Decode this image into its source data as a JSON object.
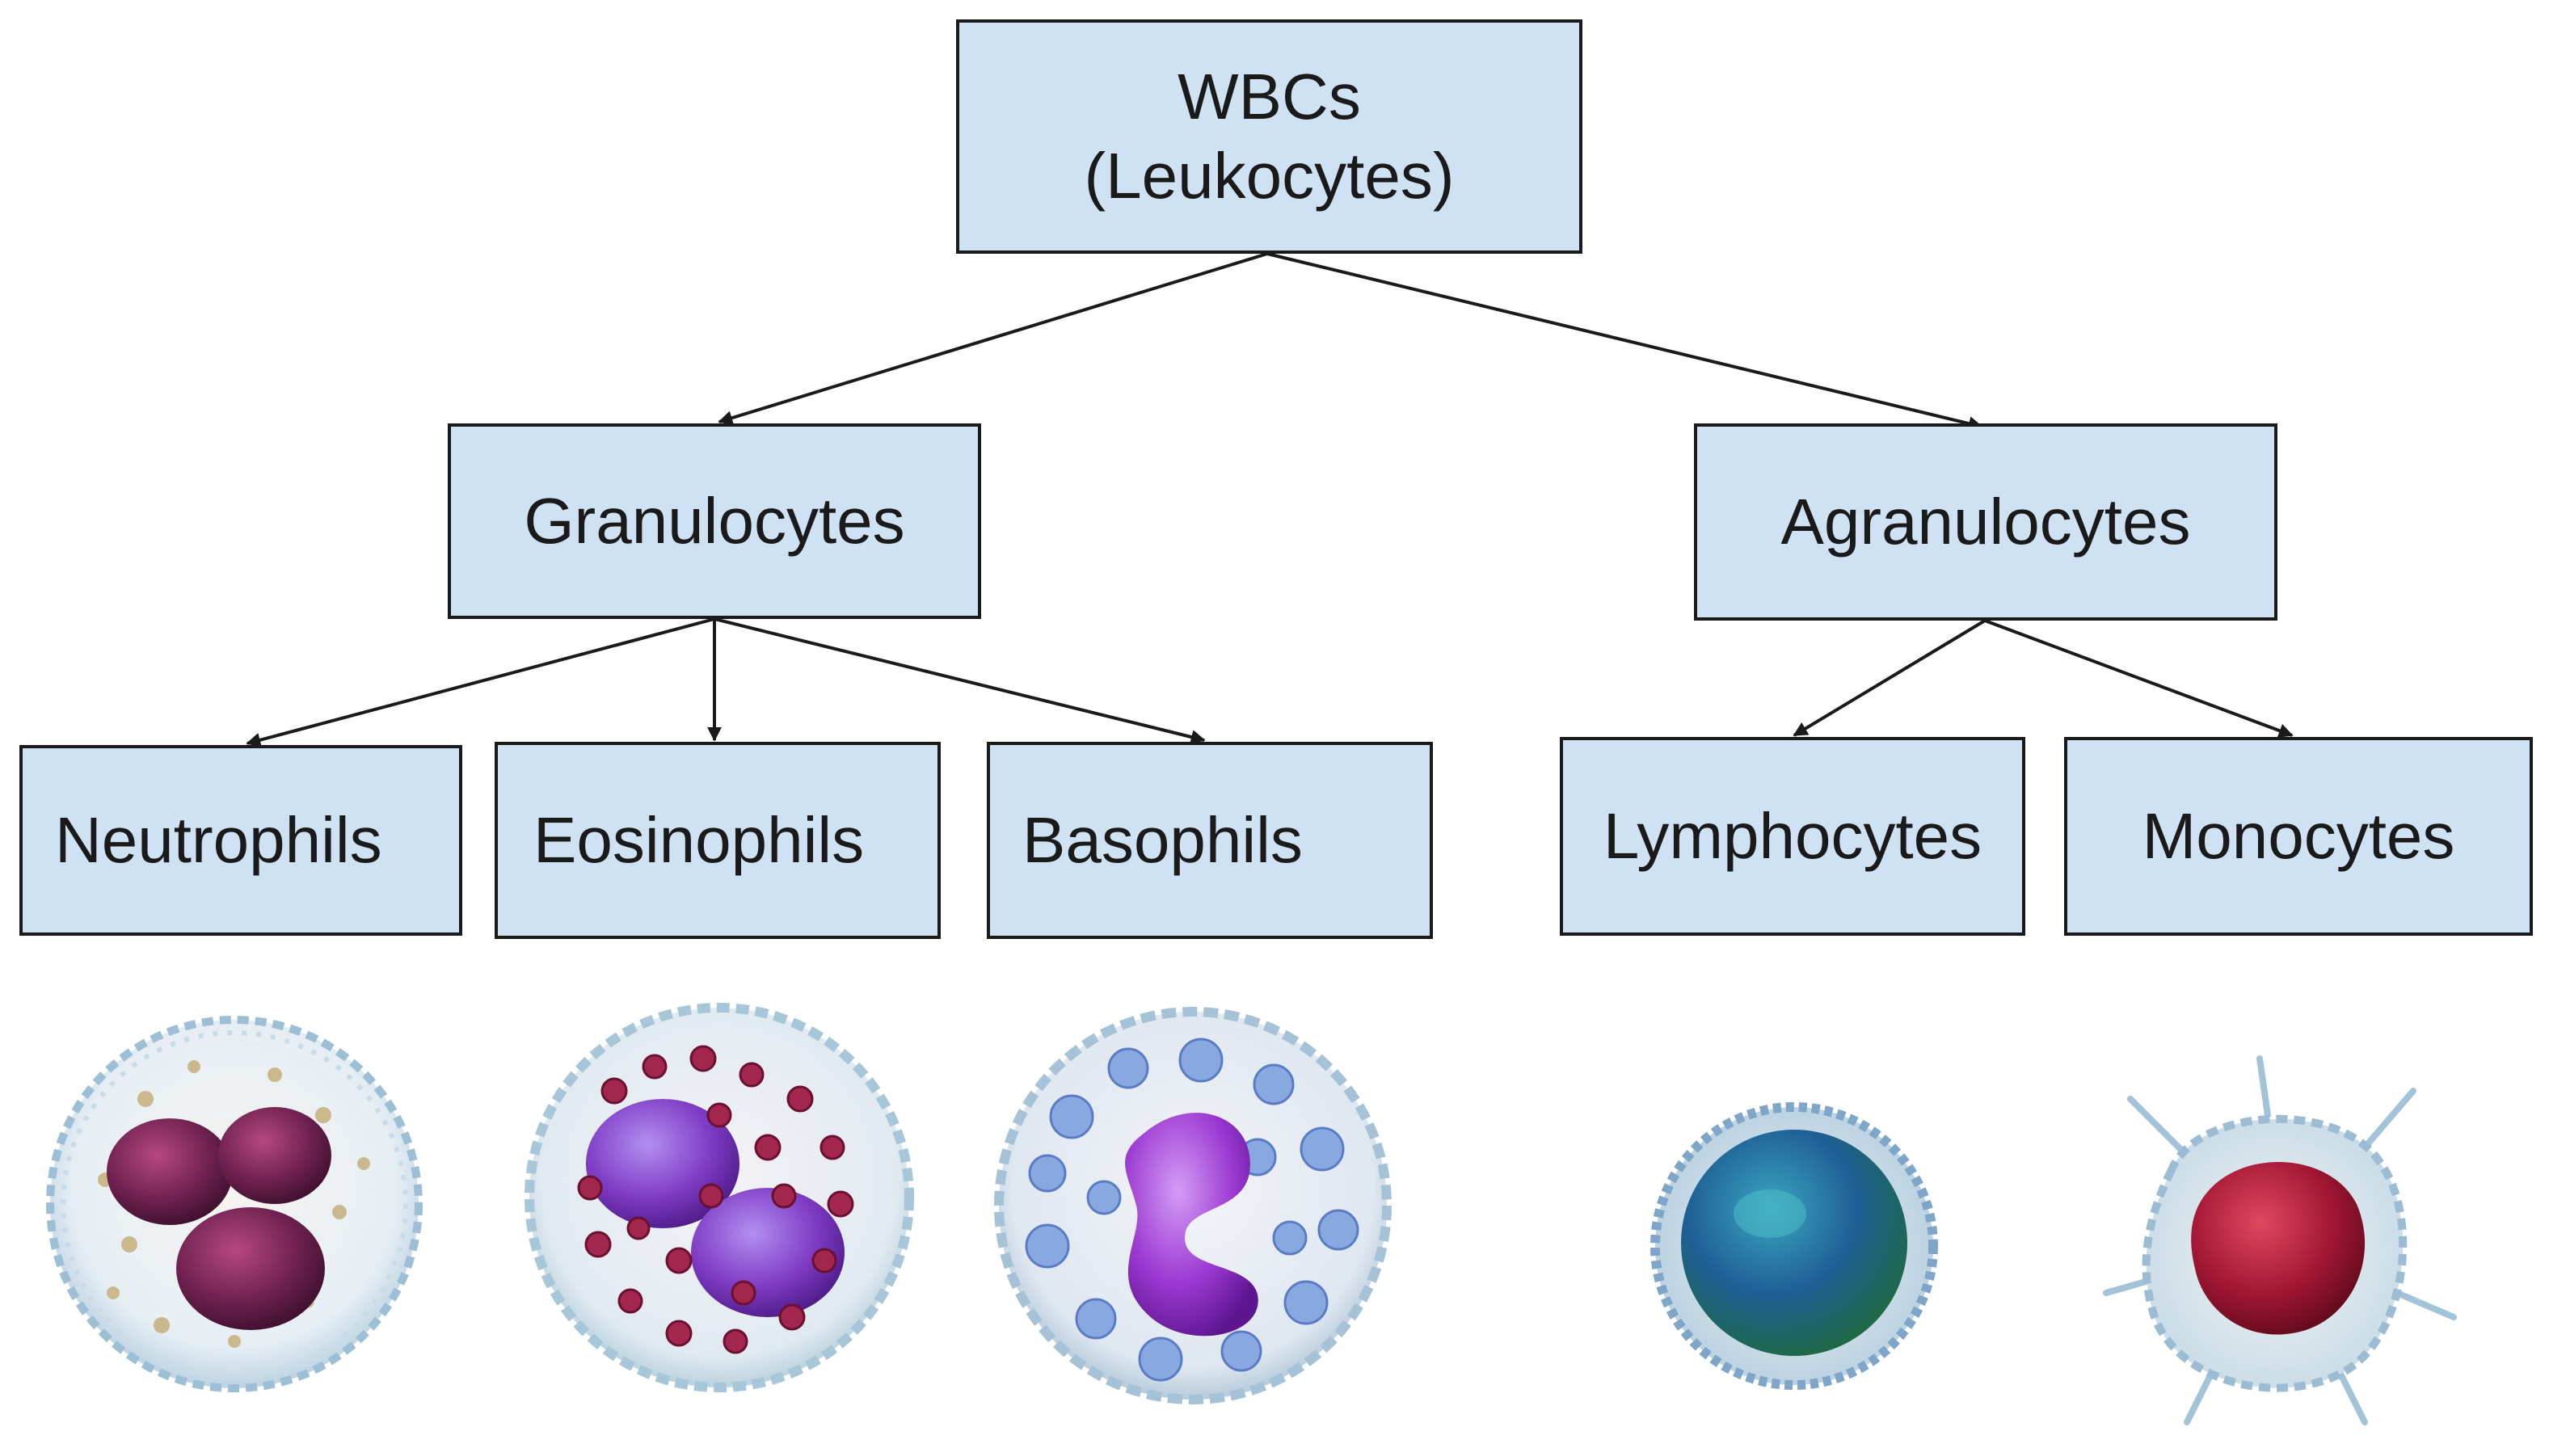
{
  "root": {
    "label": "WBCs\n(Leukocytes)"
  },
  "groups": {
    "granulocytes": {
      "label": "Granulocytes",
      "children": [
        {
          "label": "Neutrophils",
          "illustration": "neutrophil-cell-image"
        },
        {
          "label": "Eosinophils",
          "illustration": "eosinophil-cell-image"
        },
        {
          "label": "Basophils",
          "illustration": "basophil-cell-image"
        }
      ]
    },
    "agranulocytes": {
      "label": "Agranulocytes",
      "children": [
        {
          "label": "Lymphocytes",
          "illustration": "lymphocyte-cell-image"
        },
        {
          "label": "Monocytes",
          "illustration": "monocyte-cell-image"
        }
      ]
    }
  },
  "colors": {
    "box_fill": "#cfe2f3",
    "box_border": "#1a1a1a",
    "edge": "#1a1a1a"
  }
}
